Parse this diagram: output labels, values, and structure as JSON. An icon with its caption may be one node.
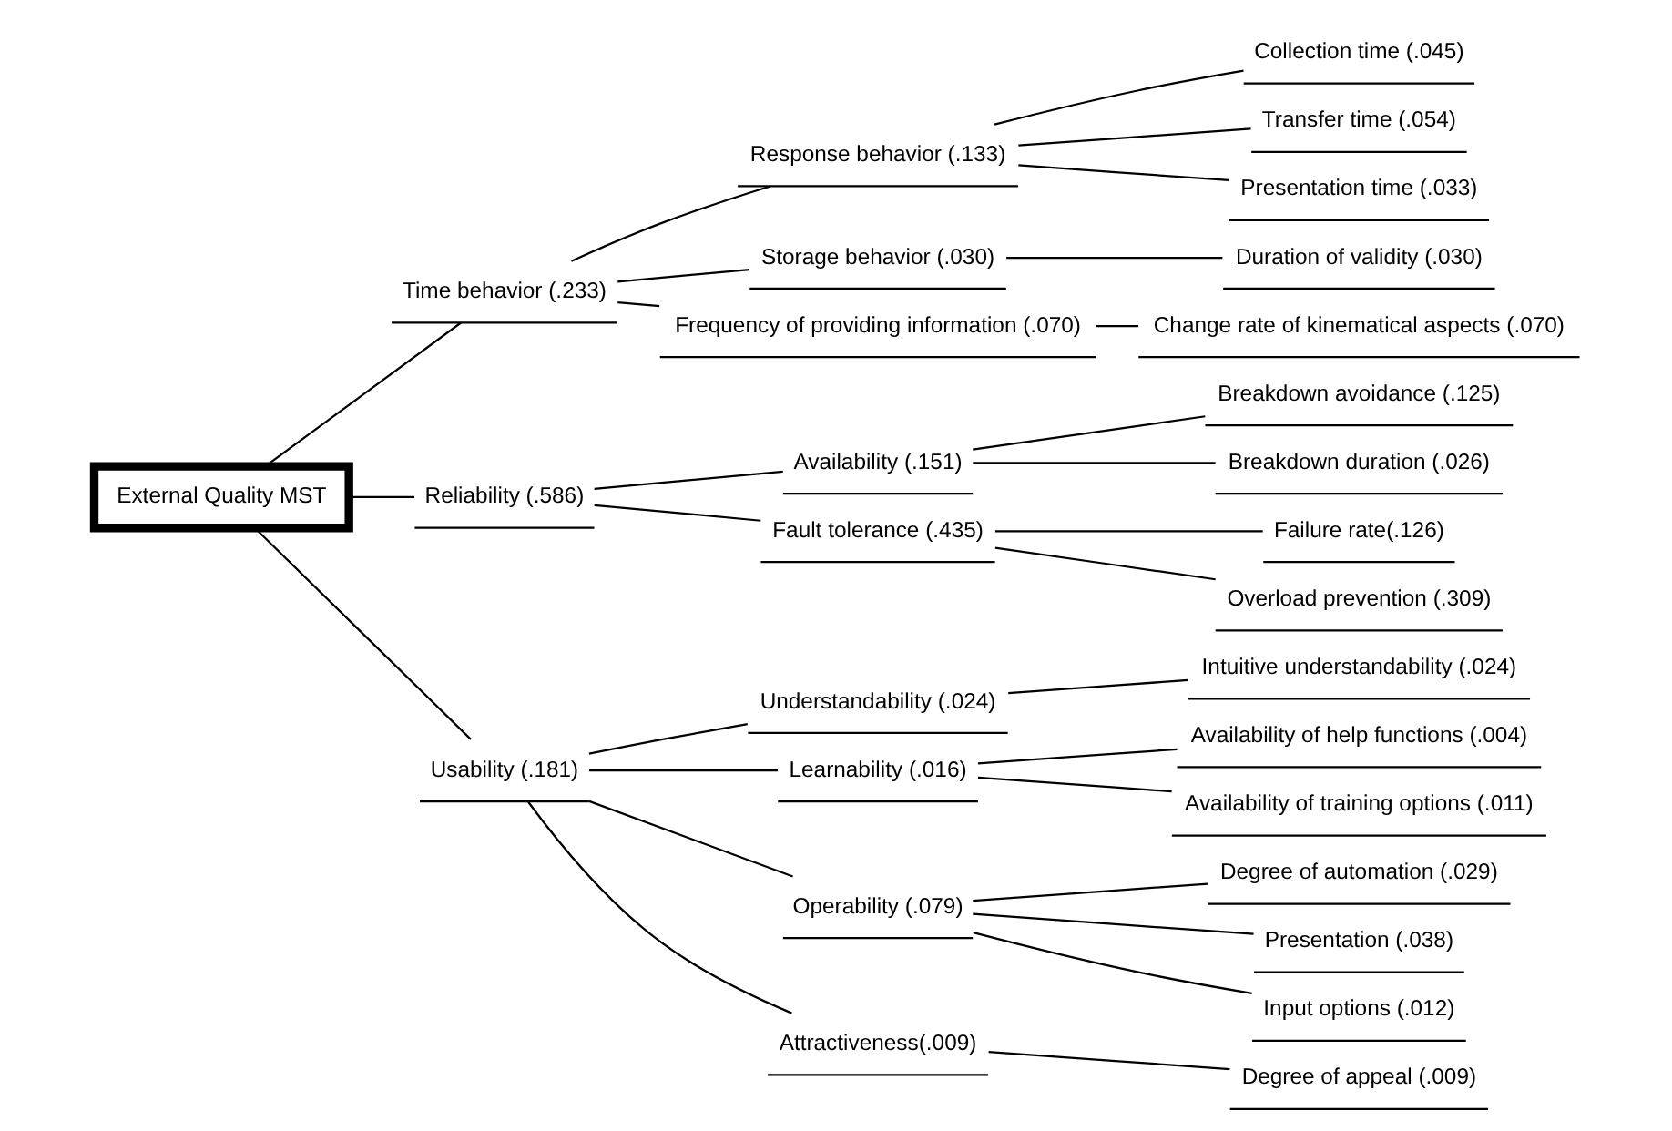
{
  "diagram": {
    "nodes": [
      {
        "text": [
          "External Quality MST"
        ]
      },
      {
        "text": [
          "Time behavior (.233)"
        ]
      },
      {
        "text": [
          "Response behavior (.133)"
        ]
      },
      {
        "text": [
          "Collection time (.045)"
        ]
      },
      {
        "text": [
          "Transfer time (.054)"
        ]
      },
      {
        "text": [
          "Presentation time (.033)"
        ]
      },
      {
        "text": [
          "Storage behavior (.030)"
        ]
      },
      {
        "text": [
          "Duration of validity (.030)"
        ]
      },
      {
        "text": [
          "Frequency of providing information (.070)"
        ]
      },
      {
        "text": [
          "Change rate of kinematical aspects (.070)"
        ]
      },
      {
        "text": [
          "Reliability (.586)"
        ]
      },
      {
        "text": [
          "Availability (.151)"
        ]
      },
      {
        "text": [
          "Breakdown avoidance (.125)"
        ]
      },
      {
        "text": [
          "Breakdown duration (.026)"
        ]
      },
      {
        "text": [
          "Fault tolerance (.435)"
        ]
      },
      {
        "text": [
          "Failure rate(.126)"
        ]
      },
      {
        "text": [
          "Overload prevention (.309)"
        ]
      },
      {
        "text": [
          "Usability (.181)"
        ]
      },
      {
        "text": [
          "Understandability (.024)"
        ]
      },
      {
        "text": [
          "Intuitive understandability (.024)"
        ]
      },
      {
        "text": [
          "Learnability (.016)"
        ]
      },
      {
        "text": [
          "Availability of help functions (.004)"
        ]
      },
      {
        "text": [
          "Availability of training options (.011)"
        ]
      },
      {
        "text": [
          "Operability (.079)"
        ]
      },
      {
        "text": [
          "Degree of automation (.029)"
        ]
      },
      {
        "text": [
          "Presentation (.038)"
        ]
      },
      {
        "text": [
          "Input options (.012)"
        ]
      },
      {
        "text": [
          "Attractiveness(.009)"
        ]
      },
      {
        "text": [
          "Degree of appeal (.009)"
        ]
      }
    ],
    "edges": [
      {
        "from": 0,
        "to": 1,
        "arrow": "none"
      },
      {
        "from": 1,
        "to": 2,
        "arrow": "none"
      },
      {
        "from": 2,
        "to": 3,
        "arrow": "none"
      },
      {
        "from": 2,
        "to": 4,
        "arrow": "none"
      },
      {
        "from": 2,
        "to": 5,
        "arrow": "none"
      },
      {
        "from": 1,
        "to": 6,
        "arrow": "none"
      },
      {
        "from": 6,
        "to": 7,
        "arrow": "none"
      },
      {
        "from": 1,
        "to": 8,
        "arrow": "none"
      },
      {
        "from": 8,
        "to": 9,
        "arrow": "none"
      },
      {
        "from": 0,
        "to": 10,
        "arrow": "none"
      },
      {
        "from": 10,
        "to": 11,
        "arrow": "none"
      },
      {
        "from": 11,
        "to": 12,
        "arrow": "none"
      },
      {
        "from": 11,
        "to": 13,
        "arrow": "none"
      },
      {
        "from": 10,
        "to": 14,
        "arrow": "none"
      },
      {
        "from": 14,
        "to": 15,
        "arrow": "none"
      },
      {
        "from": 14,
        "to": 16,
        "arrow": "none"
      },
      {
        "from": 0,
        "to": 17,
        "arrow": "none"
      },
      {
        "from": 17,
        "to": 18,
        "arrow": "none"
      },
      {
        "from": 18,
        "to": 19,
        "arrow": "none"
      },
      {
        "from": 17,
        "to": 20,
        "arrow": "none"
      },
      {
        "from": 20,
        "to": 21,
        "arrow": "none"
      },
      {
        "from": 20,
        "to": 22,
        "arrow": "none"
      },
      {
        "from": 17,
        "to": 23,
        "arrow": "none"
      },
      {
        "from": 23,
        "to": 24,
        "arrow": "none"
      },
      {
        "from": 23,
        "to": 25,
        "arrow": "none"
      },
      {
        "from": 23,
        "to": 26,
        "arrow": "none"
      },
      {
        "from": 17,
        "to": 27,
        "arrow": "none"
      },
      {
        "from": 27,
        "to": 28,
        "arrow": "none"
      }
    ]
  }
}
